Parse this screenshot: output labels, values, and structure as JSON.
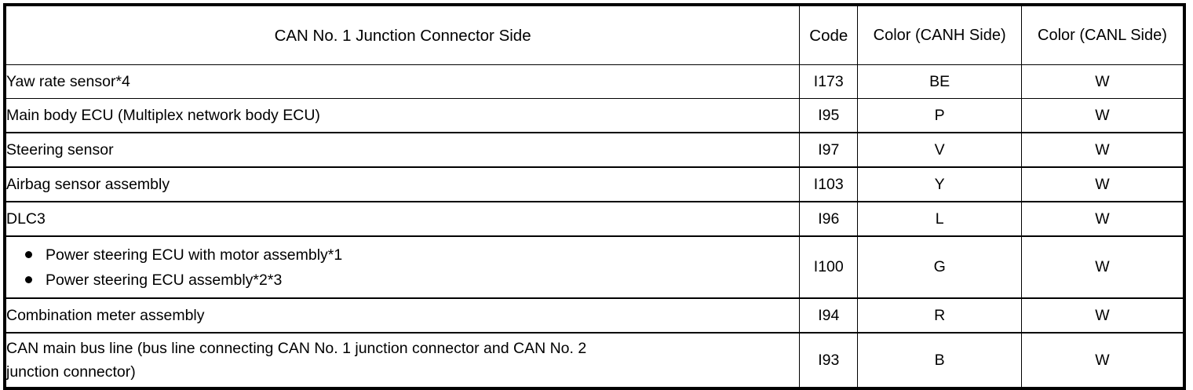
{
  "table": {
    "headers": {
      "name": "CAN No. 1 Junction Connector Side",
      "code": "Code",
      "canh": "Color (CANH Side)",
      "canl": "Color (CANL Side)"
    },
    "rows": [
      {
        "name": "Yaw rate sensor*4",
        "code": "I173",
        "canh": "BE",
        "canl": "W"
      },
      {
        "name": "Main body ECU (Multiplex network body ECU)",
        "code": "I95",
        "canh": "P",
        "canl": "W"
      },
      {
        "name": "Steering sensor",
        "code": "I97",
        "canh": "V",
        "canl": "W"
      },
      {
        "name": "Airbag sensor assembly",
        "code": "I103",
        "canh": "Y",
        "canl": "W"
      },
      {
        "name": "DLC3",
        "code": "I96",
        "canh": "L",
        "canl": "W"
      },
      {
        "name": "",
        "bullets": [
          "Power steering ECU with motor assembly*1",
          "Power steering ECU assembly*2*3"
        ],
        "code": "I100",
        "canh": "G",
        "canl": "W"
      },
      {
        "name": "Combination meter assembly",
        "code": "I94",
        "canh": "R",
        "canl": "W"
      },
      {
        "name_line1": "CAN main bus line (bus line connecting CAN No. 1 junction connector and CAN No. 2",
        "name_line2": "junction connector)",
        "code": "I93",
        "canh": "B",
        "canl": "W"
      }
    ]
  },
  "colors": {
    "border": "#000000",
    "text": "#000000",
    "background": "#ffffff"
  }
}
